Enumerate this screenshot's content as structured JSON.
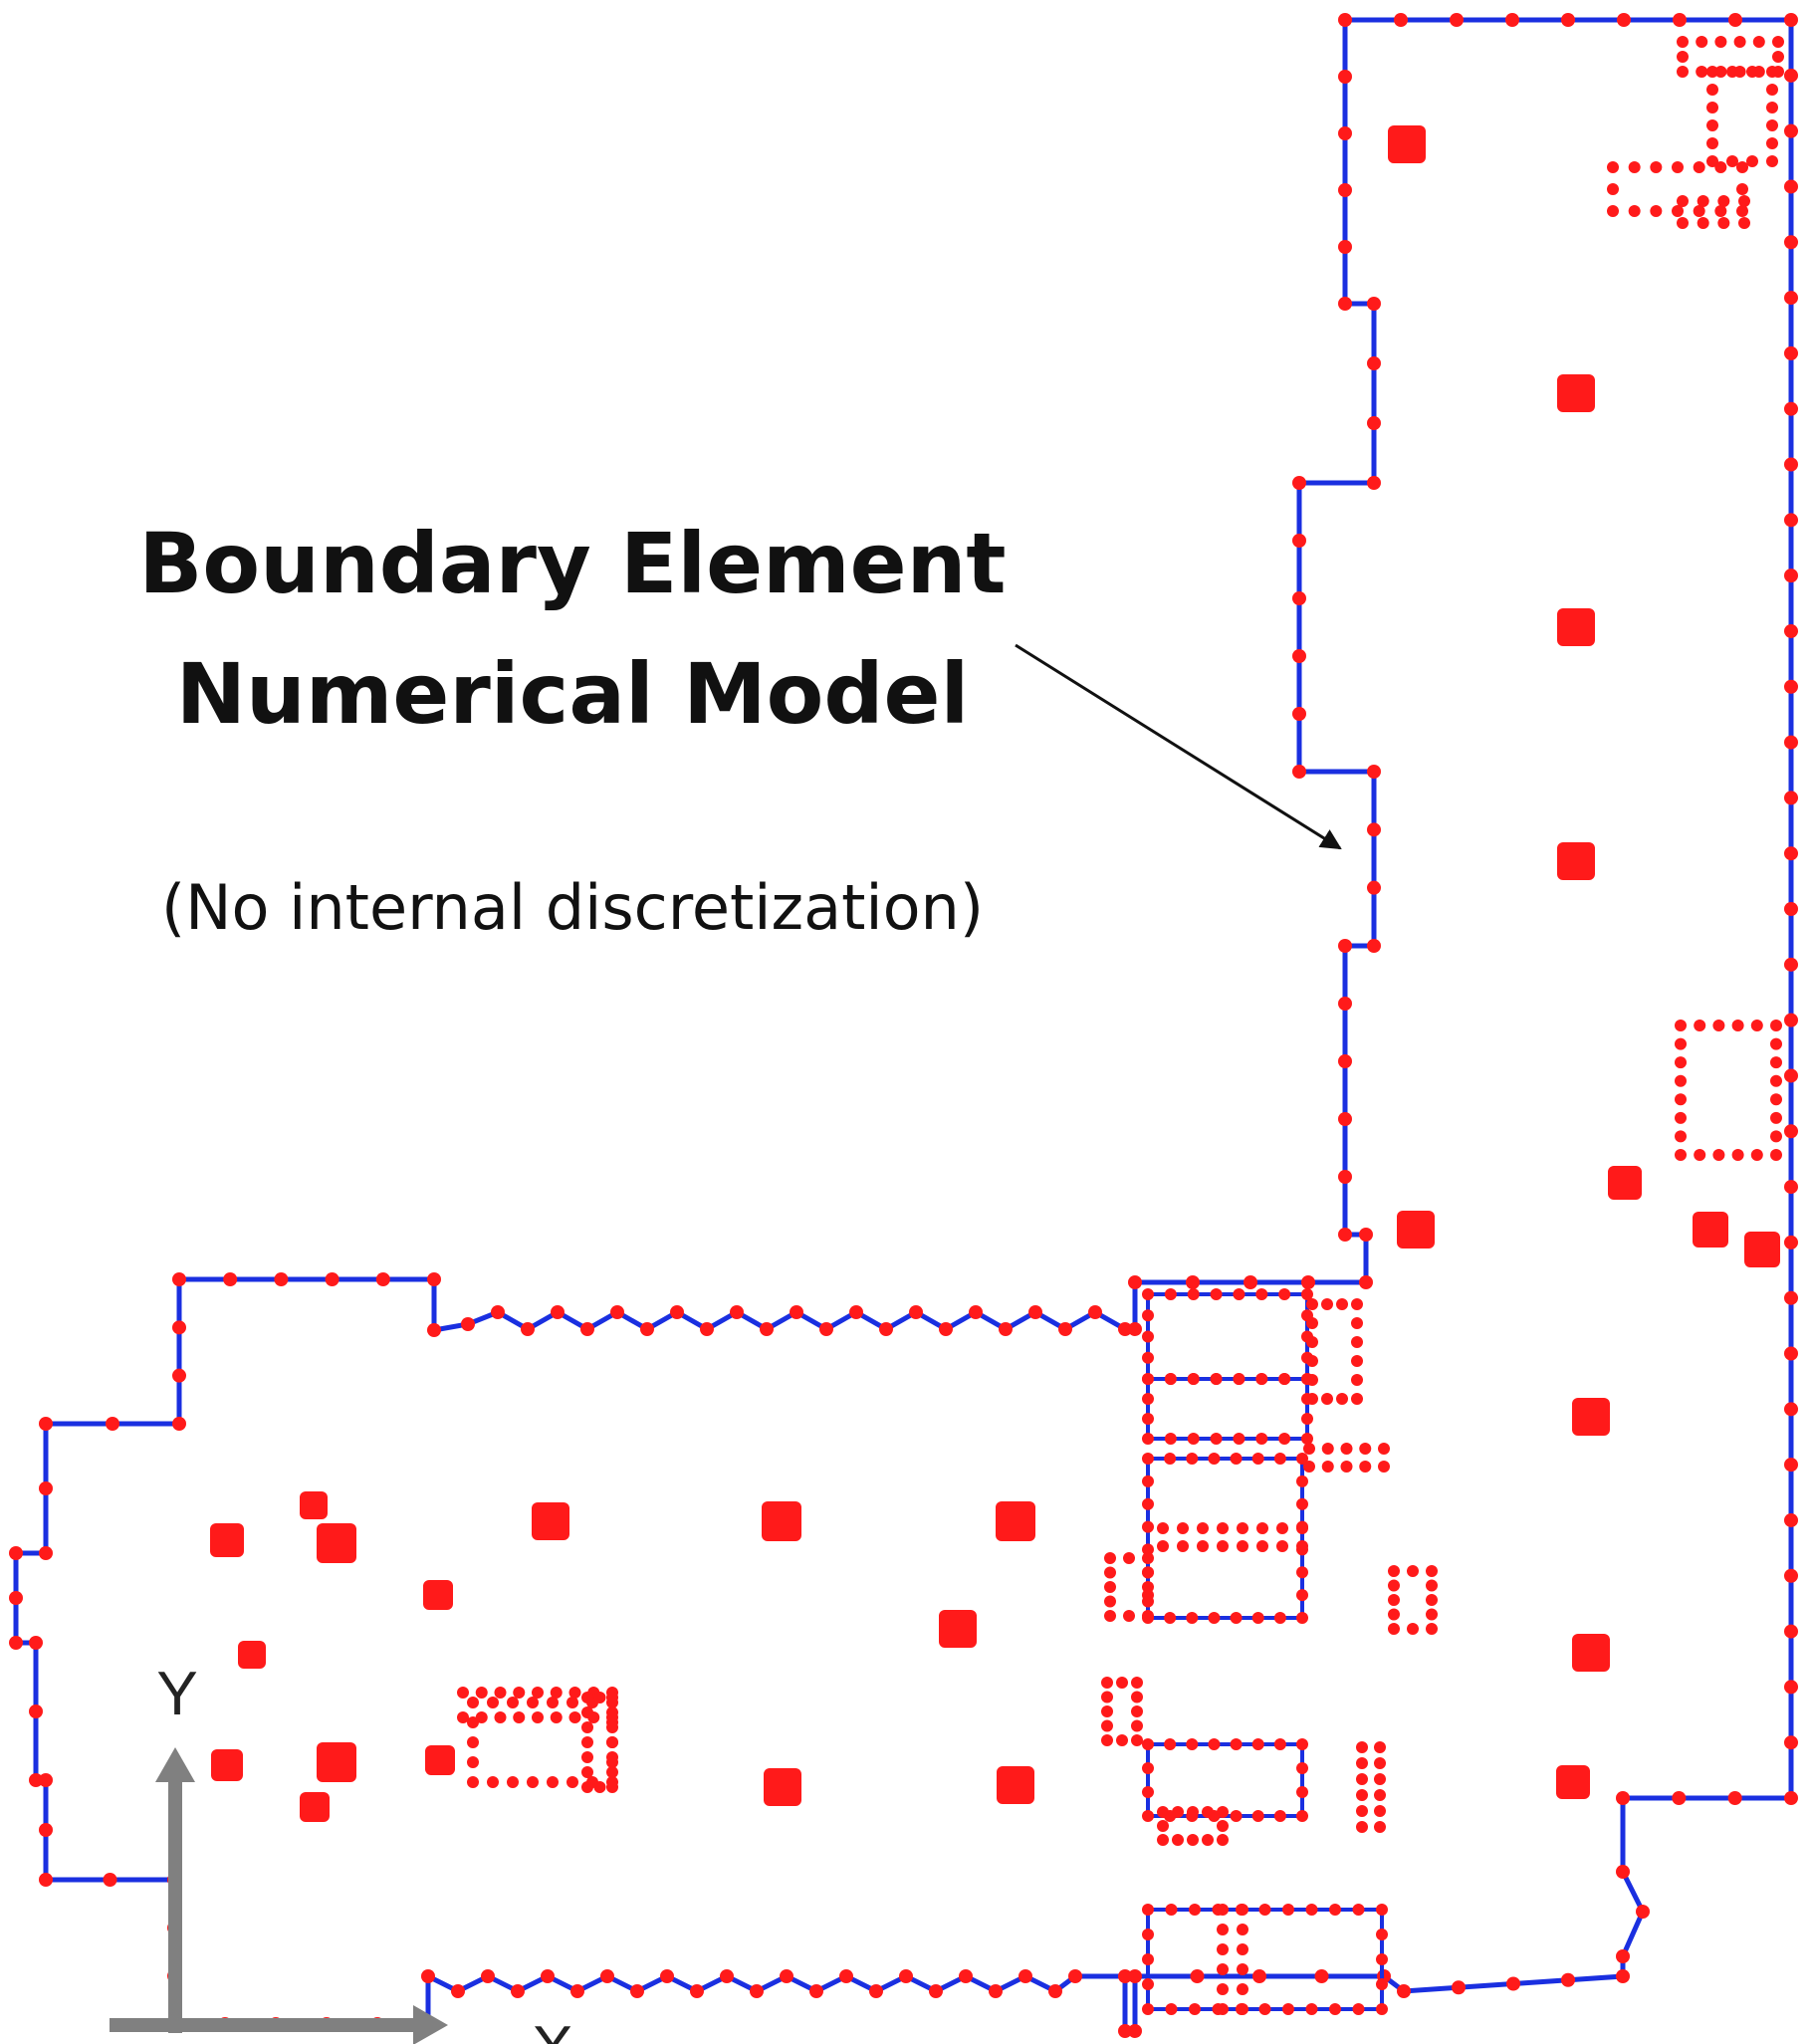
{
  "annotation": {
    "title_line1": "Boundary Element",
    "title_line2": "Numerical Model",
    "subtitle": "(No internal discretization)"
  },
  "axes": {
    "y_label": "Y",
    "x_label": "X"
  },
  "colors": {
    "boundary_line": "#1a2fe0",
    "boundary_node": "#ff1a1a",
    "axis_arrow": "#808080",
    "text": "#111111",
    "pointer_arrow": "#111111"
  }
}
